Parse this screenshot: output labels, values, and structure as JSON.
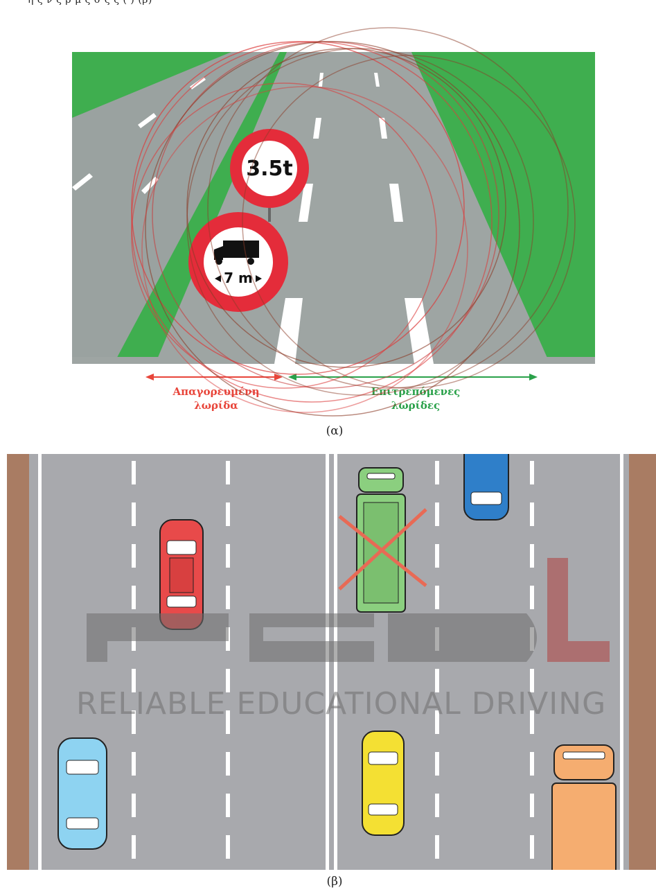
{
  "header_text": "ή    ς    ν    ς  ρ μ ς    σ   ς  ς  ( )  (β)",
  "figure_a": {
    "caption": "(α)",
    "sign_weight": "3.5t",
    "sign_length": "7 m",
    "label_forbidden_line1": "Απαγορευμένη",
    "label_forbidden_line2": "λωρίδα",
    "label_allowed_line1": "Επιτρεπόμενες",
    "label_allowed_line2": "λωρίδες",
    "colors": {
      "forbidden": "#e8453a",
      "allowed": "#2aa14a",
      "grass": "#3fae4f",
      "asphalt": "#9aa2a0"
    }
  },
  "figure_b": {
    "caption": "(β)",
    "vehicles": [
      "red-car",
      "green-truck",
      "blue-car",
      "yellow-car",
      "light-blue-car",
      "orange-truck"
    ],
    "colors": {
      "shoulder": "#a97c63",
      "road": "#a8a9ad",
      "cross": "#e86a55"
    }
  },
  "watermark": {
    "logo": "REDL",
    "text": "RELIABLE EDUCATIONAL DRIVING"
  }
}
